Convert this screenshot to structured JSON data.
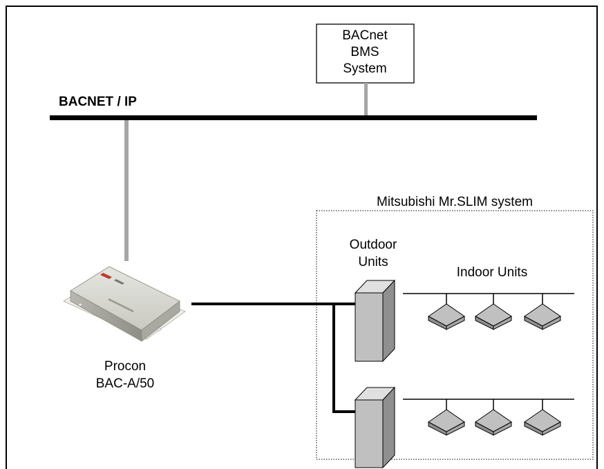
{
  "bms": {
    "line1": "BACnet",
    "line2": "BMS",
    "line3": "System"
  },
  "network": {
    "label": "BACNET / IP"
  },
  "system": {
    "title": "Mitsubishi Mr.SLIM system"
  },
  "outdoor": {
    "line1": "Outdoor",
    "line2": "Units"
  },
  "indoor": {
    "label": "Indoor Units"
  },
  "controller": {
    "line1": "Procon",
    "line2": "BAC-A/50"
  },
  "colors": {
    "bus": "#000000",
    "drop_line": "#a6a6a6",
    "unit_fill": "#c0c0c0",
    "device_body": "#d9d9d3",
    "brand_red": "#c0392b"
  }
}
